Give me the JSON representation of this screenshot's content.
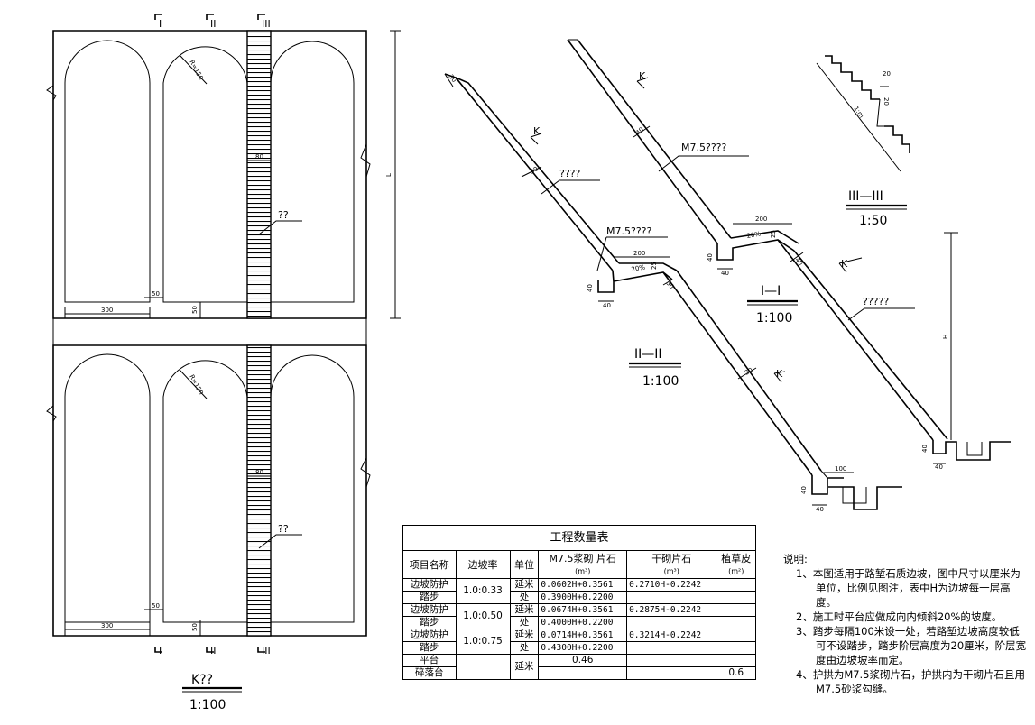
{
  "plan_view": {
    "section_marks": [
      "I",
      "II",
      "III"
    ],
    "radius_label": "R=150",
    "step_width": "80",
    "step_label": "??",
    "dim_width": "300",
    "dim_gap": "50",
    "dim_side": "50",
    "height_label": "L",
    "title": "K??",
    "scale": "1:100"
  },
  "section_2_2": {
    "slope_mark": "K",
    "thickness": "30",
    "layer_label": "????",
    "mortar_label": "M7.5????",
    "platform_width": "200",
    "platform_slope": "20%",
    "step_h": "25",
    "toe_h": "40",
    "toe_w": "40",
    "lower_thickness": "30",
    "lower_slope_mark": "K",
    "title": "II—II",
    "scale": "1:100"
  },
  "section_1_1": {
    "slope_mark": "K",
    "thickness": "40",
    "mortar_label": "M7.5????",
    "platform_width": "200",
    "platform_slope": "20%",
    "step_h": "25",
    "toe_h": "40",
    "toe_w": "40",
    "lower_thickness": "40",
    "lower_slope_mark": "K",
    "layer_label": "?????",
    "height_label": "H",
    "ditch_width": "100",
    "title": "I—I",
    "scale": "1:100"
  },
  "section_3_3": {
    "step_h": "20",
    "slope_ratio": "1:m",
    "title": "III—III",
    "scale": "1:50"
  },
  "quantity_table": {
    "title": "工程数量表",
    "headers": {
      "item": "项目名称",
      "ratio": "边坡率",
      "unit": "单位",
      "masonry": "M7.5浆砌 片石",
      "masonry_unit": "(m³)",
      "dry": "干砌片石",
      "dry_unit": "(m³)",
      "turf": "植草皮",
      "turf_unit": "(m²)"
    },
    "rows": [
      {
        "item": "边坡防护",
        "ratio": "1.0:0.33",
        "unit": "延米",
        "masonry": "0.0602H+0.3561",
        "dry": "0.2710H-0.2242",
        "turf": ""
      },
      {
        "item": "踏步",
        "ratio": "",
        "unit": "处",
        "masonry": "0.3900H+0.2200",
        "dry": "",
        "turf": ""
      },
      {
        "item": "边坡防护",
        "ratio": "1.0:0.50",
        "unit": "延米",
        "masonry": "0.0674H+0.3561",
        "dry": "0.2875H-0.2242",
        "turf": ""
      },
      {
        "item": "踏步",
        "ratio": "",
        "unit": "处",
        "masonry": "0.4000H+0.2200",
        "dry": "",
        "turf": ""
      },
      {
        "item": "边坡防护",
        "ratio": "1.0:0.75",
        "unit": "延米",
        "masonry": "0.0714H+0.3561",
        "dry": "0.3214H-0.2242",
        "turf": ""
      },
      {
        "item": "踏步",
        "ratio": "",
        "unit": "处",
        "masonry": "0.4300H+0.2200",
        "dry": "",
        "turf": ""
      },
      {
        "item": "平台",
        "ratio": "",
        "unit": "延米",
        "masonry": "0.46",
        "dry": "",
        "turf": ""
      },
      {
        "item": "碎落台",
        "ratio": "",
        "unit": "",
        "masonry": "",
        "dry": "",
        "turf": "0.6"
      }
    ]
  },
  "notes": {
    "title": "说明:",
    "items": [
      "1、本图适用于路堑石质边坡，图中尺寸以厘米为单位，比例见图注，表中H为边坡每一层高度。",
      "2、施工时平台应做成向内倾斜20%的坡度。",
      "3、踏步每隔100米设一处，若路堑边坡高度较低可不设踏步，踏步阶层高度为20厘米，阶层宽度由边坡坡率而定。",
      "4、护拱为M7.5浆砌片石，护拱内为干砌片石且用M7.5砂浆勾缝。"
    ]
  }
}
